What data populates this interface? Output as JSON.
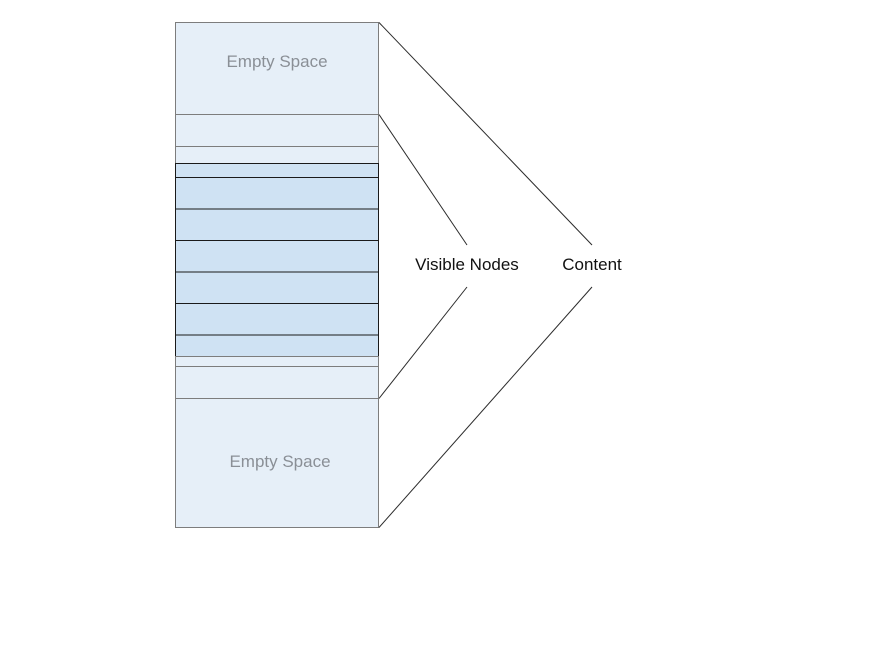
{
  "diagram": {
    "top_empty_label": "Empty Space",
    "bottom_empty_label": "Empty Space",
    "visible_nodes_label": "Visible Nodes",
    "content_label": "Content",
    "colors": {
      "empty_fill": "#e6eff8",
      "node_fill": "#cfe2f3",
      "light_border": "#7d7d7d",
      "dark_border": "#1a1a1a",
      "line": "#2b2b2b"
    }
  }
}
